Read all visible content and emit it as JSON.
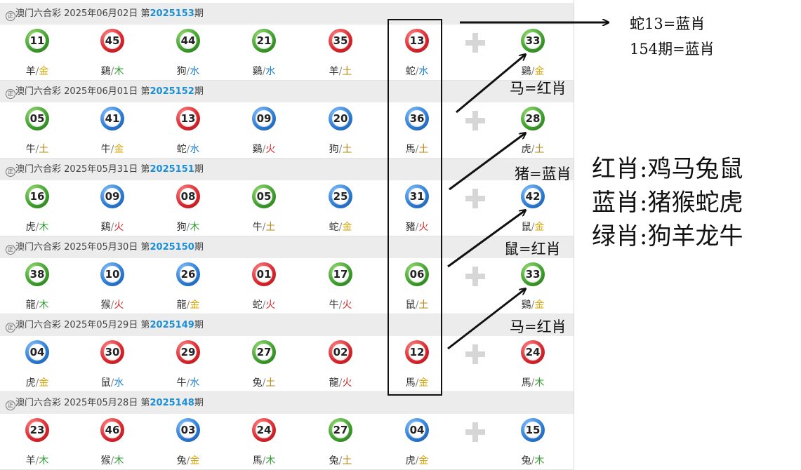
{
  "lottery_name": "澳门六合彩",
  "draws": [
    {
      "date": "2025年06月02日",
      "period_prefix": "第",
      "period": "2025153",
      "period_suffix": "期",
      "balls": [
        {
          "num": "11",
          "color": "green",
          "zodiac": "羊",
          "element": "金"
        },
        {
          "num": "45",
          "color": "red",
          "zodiac": "鷄",
          "element": "木"
        },
        {
          "num": "44",
          "color": "green",
          "zodiac": "狗",
          "element": "水"
        },
        {
          "num": "21",
          "color": "green",
          "zodiac": "鷄",
          "element": "水"
        },
        {
          "num": "35",
          "color": "red",
          "zodiac": "羊",
          "element": "土"
        },
        {
          "num": "13",
          "color": "red",
          "zodiac": "蛇",
          "element": "水"
        }
      ],
      "special": {
        "num": "33",
        "color": "green",
        "zodiac": "鷄",
        "element": "金"
      }
    },
    {
      "date": "2025年06月01日",
      "period_prefix": "第",
      "period": "2025152",
      "period_suffix": "期",
      "balls": [
        {
          "num": "05",
          "color": "green",
          "zodiac": "牛",
          "element": "土"
        },
        {
          "num": "41",
          "color": "blue",
          "zodiac": "牛",
          "element": "金"
        },
        {
          "num": "13",
          "color": "red",
          "zodiac": "蛇",
          "element": "水"
        },
        {
          "num": "09",
          "color": "blue",
          "zodiac": "鷄",
          "element": "火"
        },
        {
          "num": "20",
          "color": "blue",
          "zodiac": "狗",
          "element": "土"
        },
        {
          "num": "36",
          "color": "blue",
          "zodiac": "馬",
          "element": "土"
        }
      ],
      "special": {
        "num": "28",
        "color": "green",
        "zodiac": "虎",
        "element": "土"
      }
    },
    {
      "date": "2025年05月31日",
      "period_prefix": "第",
      "period": "2025151",
      "period_suffix": "期",
      "balls": [
        {
          "num": "16",
          "color": "green",
          "zodiac": "虎",
          "element": "木"
        },
        {
          "num": "09",
          "color": "blue",
          "zodiac": "鷄",
          "element": "火"
        },
        {
          "num": "08",
          "color": "red",
          "zodiac": "狗",
          "element": "木"
        },
        {
          "num": "05",
          "color": "green",
          "zodiac": "牛",
          "element": "土"
        },
        {
          "num": "25",
          "color": "blue",
          "zodiac": "蛇",
          "element": "金"
        },
        {
          "num": "31",
          "color": "blue",
          "zodiac": "豬",
          "element": "火"
        }
      ],
      "special": {
        "num": "42",
        "color": "blue",
        "zodiac": "鼠",
        "element": "金"
      }
    },
    {
      "date": "2025年05月30日",
      "period_prefix": "第",
      "period": "2025150",
      "period_suffix": "期",
      "balls": [
        {
          "num": "38",
          "color": "green",
          "zodiac": "龍",
          "element": "木"
        },
        {
          "num": "10",
          "color": "blue",
          "zodiac": "猴",
          "element": "火"
        },
        {
          "num": "26",
          "color": "blue",
          "zodiac": "龍",
          "element": "金"
        },
        {
          "num": "01",
          "color": "red",
          "zodiac": "蛇",
          "element": "火"
        },
        {
          "num": "17",
          "color": "green",
          "zodiac": "牛",
          "element": "火"
        },
        {
          "num": "06",
          "color": "green",
          "zodiac": "鼠",
          "element": "土"
        }
      ],
      "special": {
        "num": "33",
        "color": "green",
        "zodiac": "鷄",
        "element": "金"
      }
    },
    {
      "date": "2025年05月29日",
      "period_prefix": "第",
      "period": "2025149",
      "period_suffix": "期",
      "balls": [
        {
          "num": "04",
          "color": "blue",
          "zodiac": "虎",
          "element": "金"
        },
        {
          "num": "30",
          "color": "red",
          "zodiac": "鼠",
          "element": "水"
        },
        {
          "num": "29",
          "color": "red",
          "zodiac": "牛",
          "element": "水"
        },
        {
          "num": "27",
          "color": "green",
          "zodiac": "兔",
          "element": "土"
        },
        {
          "num": "02",
          "color": "red",
          "zodiac": "龍",
          "element": "火"
        },
        {
          "num": "12",
          "color": "red",
          "zodiac": "馬",
          "element": "金"
        }
      ],
      "special": {
        "num": "24",
        "color": "red",
        "zodiac": "馬",
        "element": "木"
      }
    },
    {
      "date": "2025年05月28日",
      "period_prefix": "第",
      "period": "2025148",
      "period_suffix": "期",
      "balls": [
        {
          "num": "23",
          "color": "red",
          "zodiac": "羊",
          "element": "木"
        },
        {
          "num": "46",
          "color": "red",
          "zodiac": "猴",
          "element": "木"
        },
        {
          "num": "03",
          "color": "blue",
          "zodiac": "兔",
          "element": "金"
        },
        {
          "num": "24",
          "color": "red",
          "zodiac": "馬",
          "element": "木"
        },
        {
          "num": "27",
          "color": "green",
          "zodiac": "兔",
          "element": "土"
        },
        {
          "num": "04",
          "color": "blue",
          "zodiac": "虎",
          "element": "金"
        }
      ],
      "special": {
        "num": "15",
        "color": "blue",
        "zodiac": "兔",
        "element": "木"
      }
    }
  ],
  "annotations": {
    "line1": "蛇13=蓝肖",
    "line2": "154期=蓝肖",
    "ma1": "马=红肖",
    "zhu": "猪=蓝肖",
    "shu": "鼠=红肖",
    "ma2": "马=红肖"
  },
  "legend": {
    "red": "红肖:鸡马兔鼠",
    "blue": "蓝肖:猪猴蛇虎",
    "green": "绿肖:狗羊龙牛"
  },
  "colors": {
    "red_ball": "#d8242b",
    "blue_ball": "#2a7ad2",
    "green_ball": "#3c9c2a",
    "period_text": "#1a8fd8",
    "element_gold": "#d9a400",
    "element_wood": "#2e9a2e",
    "element_water": "#1d7fd1",
    "element_fire": "#d42a2a",
    "element_earth": "#b8860b"
  }
}
